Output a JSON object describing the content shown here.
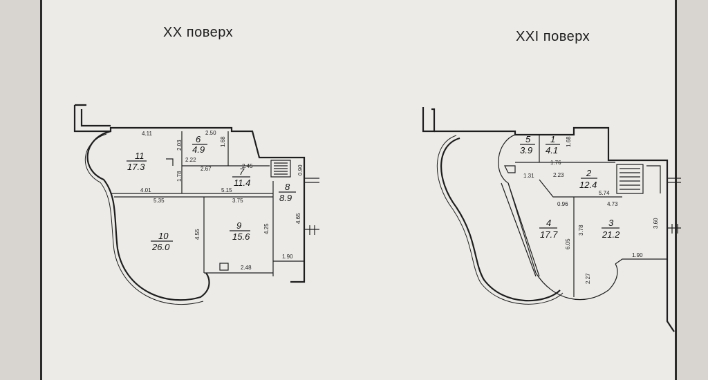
{
  "floors": [
    {
      "title": "XX поверх",
      "rooms": [
        {
          "num": "11",
          "area": "17.3"
        },
        {
          "num": "6",
          "area": "4.9"
        },
        {
          "num": "7",
          "area": "11.4"
        },
        {
          "num": "8",
          "area": "8.9"
        },
        {
          "num": "10",
          "area": "26.0"
        },
        {
          "num": "9",
          "area": "15.6"
        }
      ],
      "dims": [
        "4.11",
        "2.50",
        "2.03",
        "1.68",
        "2.22",
        "2.67",
        "2.45",
        "0.90",
        "1.78",
        "4.01",
        "5.15",
        "5.35",
        "3.75",
        "4.55",
        "4.25",
        "4.65",
        "2.48",
        "1.90"
      ]
    },
    {
      "title": "XXI поверх",
      "rooms": [
        {
          "num": "5",
          "area": "3.9"
        },
        {
          "num": "1",
          "area": "4.1"
        },
        {
          "num": "2",
          "area": "12.4"
        },
        {
          "num": "4",
          "area": "17.7"
        },
        {
          "num": "3",
          "area": "21.2"
        }
      ],
      "dims": [
        "1.68",
        "1.76",
        "1.31",
        "2.23",
        "5.74",
        "0.96",
        "4.73",
        "6.05",
        "3.78",
        "3.60",
        "2.27",
        "1.90"
      ]
    }
  ]
}
